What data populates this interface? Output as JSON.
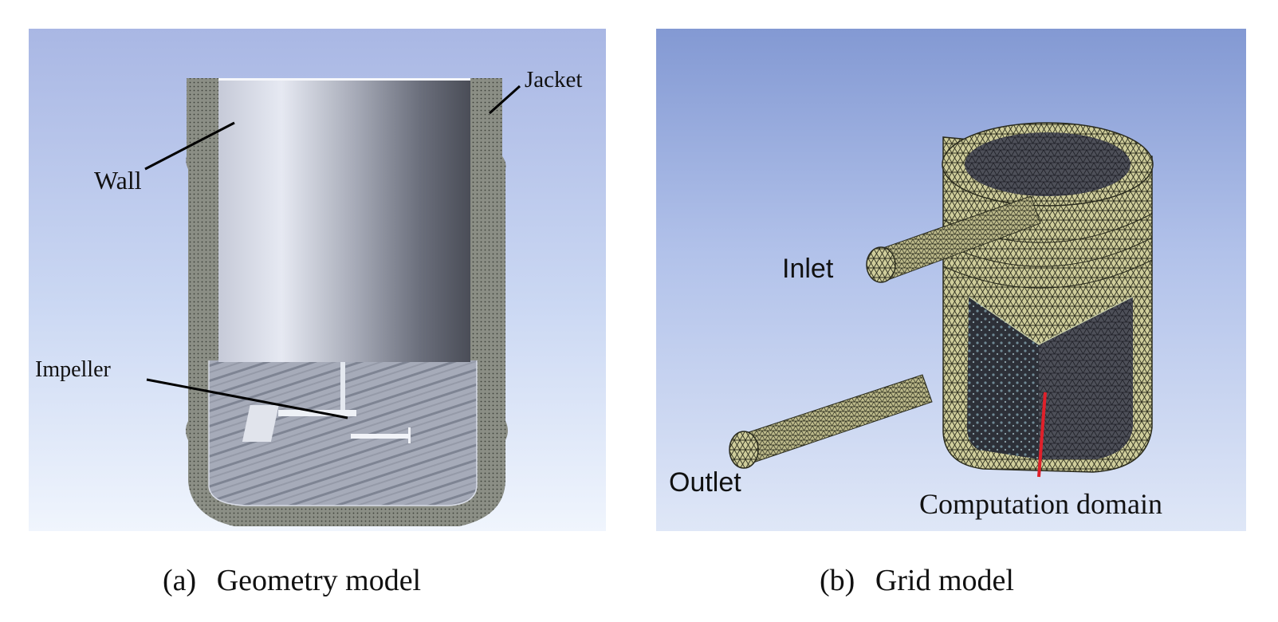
{
  "panel_a": {
    "labels": {
      "jacket": "Jacket",
      "wall": "Wall",
      "impeller": "Impeller"
    },
    "caption": {
      "tag": "(a)",
      "text": "Geometry model"
    }
  },
  "panel_b": {
    "labels": {
      "inlet": "Inlet",
      "outlet": "Outlet",
      "computation_domain": "Computation domain"
    },
    "caption": {
      "tag": "(b)",
      "text": "Grid model"
    }
  },
  "colors": {
    "jacket_fill": "#8a8d83",
    "mesh_fill": "#cfcd9b",
    "leader_red": "#e0202a",
    "leader_black": "#000000"
  }
}
